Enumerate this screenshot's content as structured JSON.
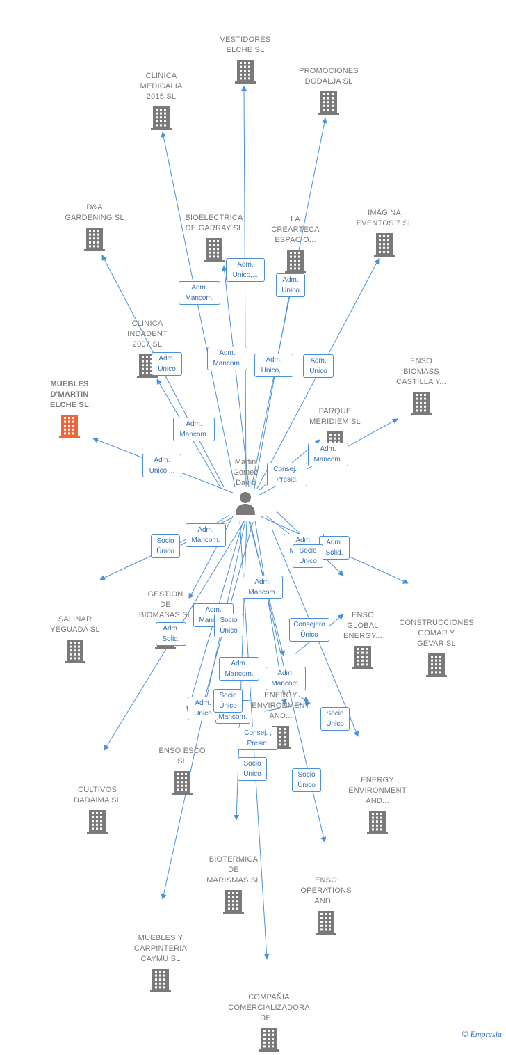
{
  "colors": {
    "edge": "#4a90d9",
    "building": "#7a7a7a",
    "highlight": "#f0663a",
    "label": "#777777"
  },
  "center": {
    "name": "Martin\nGomez\nDavid",
    "icon": "person-icon"
  },
  "companies": [
    {
      "id": "vestidores",
      "name": "VESTIDORES\nELCHE  SL"
    },
    {
      "id": "clinica_medicalia",
      "name": "CLINICA\nMEDICALIA\n2015  SL"
    },
    {
      "id": "promociones",
      "name": "PROMOCIONES\nDODALJA SL"
    },
    {
      "id": "dya",
      "name": "D&A\nGARDENING SL"
    },
    {
      "id": "bioelectrica",
      "name": "BIOELECTRICA\nDE GARRAY SL"
    },
    {
      "id": "crearteca",
      "name": "LA\nCREARTECA\nESPACIO..."
    },
    {
      "id": "imagina",
      "name": "IMAGINA\nEVENTOS 7  SL"
    },
    {
      "id": "clinica_indadent",
      "name": "CLINICA\nINDADENT\n2007  SL"
    },
    {
      "id": "enso_biomass",
      "name": "ENSO\nBIOMASS\nCASTILLA Y..."
    },
    {
      "id": "muebles_martin",
      "name": "MUEBLES\nD'MARTIN\nELCHE  SL",
      "highlight": true
    },
    {
      "id": "parque",
      "name": "PARQUE\nMERIDIEM  SL"
    },
    {
      "id": "gestion",
      "name": "GESTION\nDE\nBIOMASAS SL"
    },
    {
      "id": "salinar",
      "name": "SALINAR\nYEGUADA  SL"
    },
    {
      "id": "enso_global",
      "name": "ENSO\nGLOBAL\nENERGY..."
    },
    {
      "id": "construcciones",
      "name": "CONSTRUCCIONES\nGOMAR Y\nGEVAR SL"
    },
    {
      "id": "energy_env_1",
      "name": "ENERGY\nENVIRONMENT\nAND..."
    },
    {
      "id": "enso_esco",
      "name": "ENSO ESCO\nSL"
    },
    {
      "id": "cultivos",
      "name": "CULTIVOS\nDADAIMA  SL"
    },
    {
      "id": "energy_env_2",
      "name": "ENERGY\nENVIRONMENT\nAND..."
    },
    {
      "id": "biotermica",
      "name": "BIOTERMICA\nDE\nMARISMAS SL"
    },
    {
      "id": "enso_operations",
      "name": "ENSO\nOPERATIONS\nAND..."
    },
    {
      "id": "muebles_caymu",
      "name": "MUEBLES Y\nCARPINTERIA\nCAYMU  SL"
    },
    {
      "id": "compania",
      "name": "COMPAÑIA\nCOMERCIALIZADORA\nDE..."
    }
  ],
  "relations": [
    {
      "label": "Adm.\nUnico,..."
    },
    {
      "label": "Adm.\nMancom."
    },
    {
      "label": "Adm.\nUnico"
    },
    {
      "label": "Adm.\nMancom."
    },
    {
      "label": "Adm.\nUnico,..."
    },
    {
      "label": "Adm.\nUnico"
    },
    {
      "label": "Adm.\nMancom."
    },
    {
      "label": "Adm.\nUnico"
    },
    {
      "label": "Adm.\nMancom."
    },
    {
      "label": "Adm.\nUnico,..."
    },
    {
      "label": "Consej. ,\nPresid."
    },
    {
      "label": "Adm.\nMancom."
    },
    {
      "label": "Socio\nÚnico"
    },
    {
      "label": "Adm.\nMancom."
    },
    {
      "label": "Adm.\nMancom."
    },
    {
      "label": "Adm.\nSolid."
    },
    {
      "label": "Socio\nÚnico"
    },
    {
      "label": "Adm.\nMancom."
    },
    {
      "label": "Adm.\nSolid."
    },
    {
      "label": "Adm.\nMancom."
    },
    {
      "label": "Socio\nÚnico"
    },
    {
      "label": "Consejero\nÚnico"
    },
    {
      "label": "Adm.\nMancom."
    },
    {
      "label": "Adm.\nMancom."
    },
    {
      "label": "Adm.\nUnico"
    },
    {
      "label": "Socio\nÚnico"
    },
    {
      "label": "Socio\nÚnico"
    },
    {
      "label": "Consej. ,\nPresid."
    },
    {
      "label": "Socio\nÚnico"
    },
    {
      "label": "Socio\nÚnico"
    }
  ],
  "footer": {
    "copyright": "©",
    "brand": "Empresia"
  }
}
